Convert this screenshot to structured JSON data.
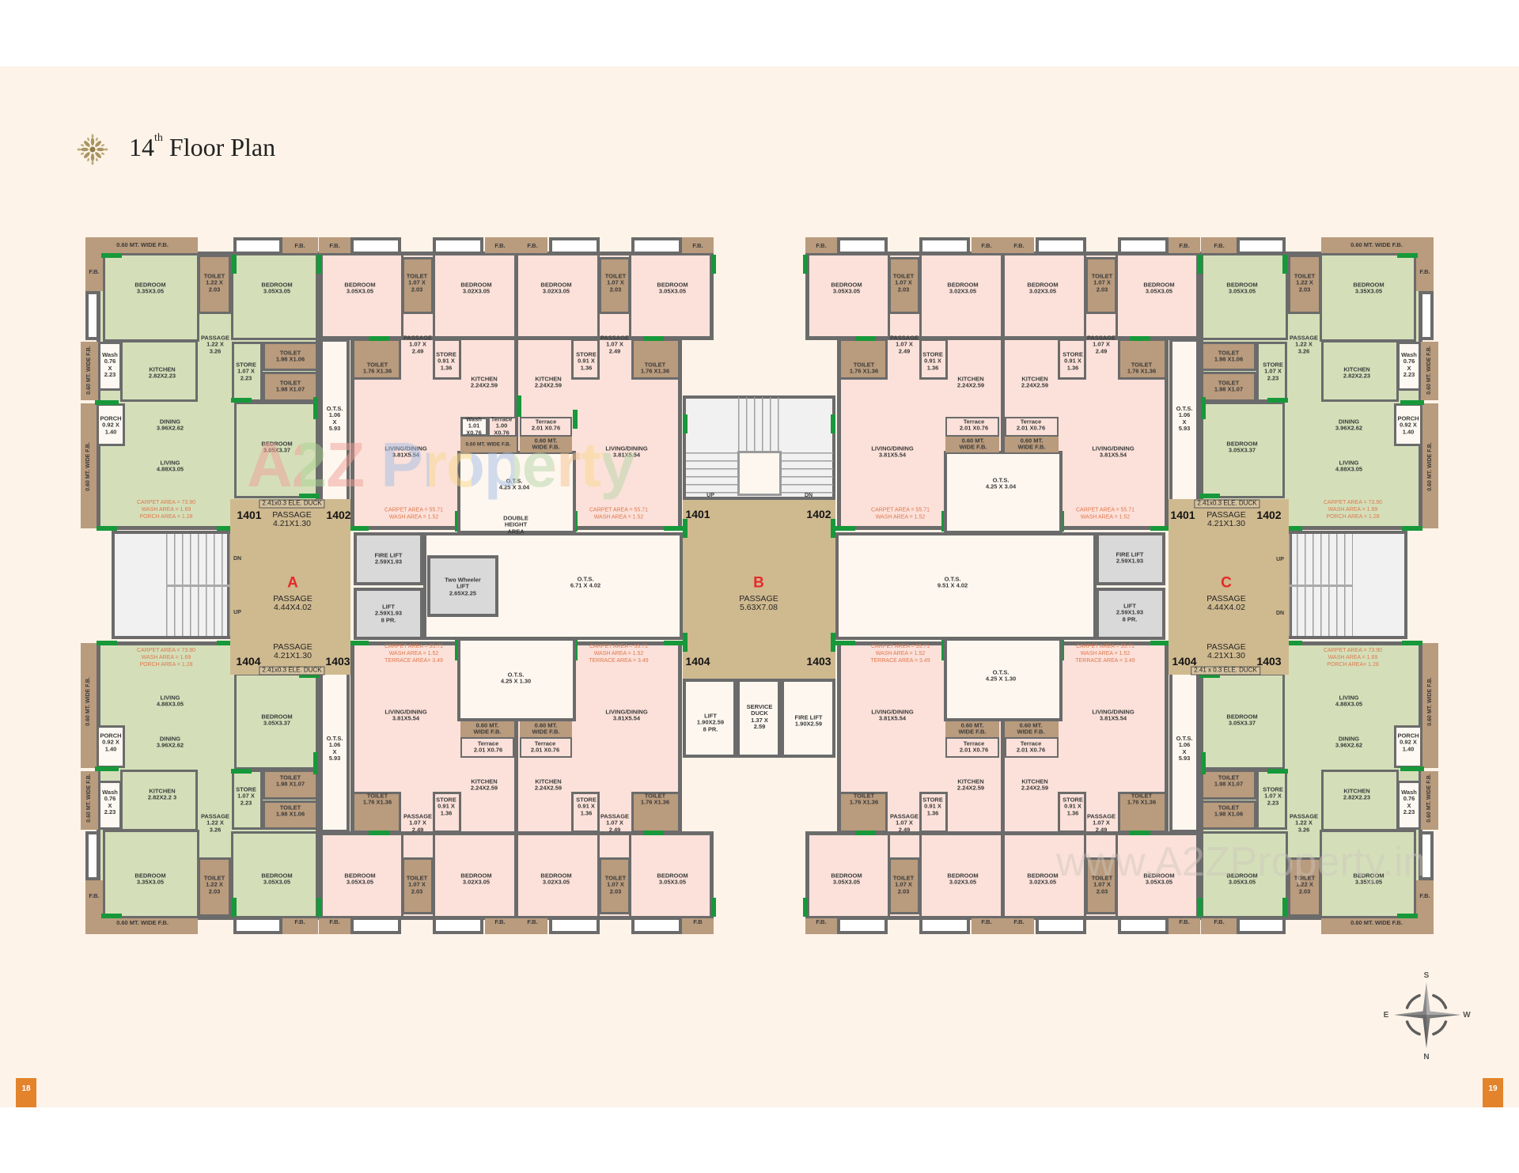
{
  "page": {
    "title_number": "14",
    "title_suffix": "th",
    "title_text": "Floor Plan",
    "page_left": "18",
    "page_right": "19"
  },
  "watermarks": {
    "logo": "A2Z Property",
    "url": "www.A2ZProperty.in"
  },
  "compass": {
    "top": "S",
    "left": "E",
    "right": "W",
    "bottom": "N"
  },
  "palette": {
    "page_background": "#fdf3e8",
    "flat_type_1": "#d4dfb9",
    "flat_type_2": "#fbe1d9",
    "passage": "#cfb98f",
    "wall": "#6b6b6b",
    "area_text": "#e0784e",
    "wing_letter": "#e42b2b",
    "door_marker": "#17983a",
    "page_badge": "#e3832c"
  },
  "flats": {
    "A1401": {
      "rooms": [
        {
          "name": "0.60 MT. WIDE F.B."
        },
        {
          "name": "F.B."
        },
        {
          "name": "F.B."
        },
        {
          "name": "BEDROOM",
          "dim": "3.35X3.05"
        },
        {
          "name": "TOILET",
          "dim": "1.22 X 2.03"
        },
        {
          "name": "BEDROOM",
          "dim": "3.05X3.05"
        },
        {
          "name": "PASSAGE",
          "dim": "1.22 X 3.26"
        },
        {
          "name": "Wash",
          "dim": "0.76 X 2.23"
        },
        {
          "name": "0.60 MT. WIDE F.B."
        },
        {
          "name": "KITCHEN",
          "dim": "2.82X2.23"
        },
        {
          "name": "STORE",
          "dim": "1.07 X 2.23"
        },
        {
          "name": "TOILET",
          "dim": "1.98 X1.06"
        },
        {
          "name": "TOILET",
          "dim": "1.98 X1.07"
        },
        {
          "name": "PORCH",
          "dim": "0.92 X 1.40"
        },
        {
          "name": "0.60 MT. WIDE F.B."
        },
        {
          "name": "DINING",
          "dim": "3.96X2.62"
        },
        {
          "name": "LIVING",
          "dim": "4.88X3.05"
        },
        {
          "name": "BEDROOM",
          "dim": "3.05X3.37"
        },
        {
          "name": "O.T.S.",
          "dim": "1.06 X 5.93"
        }
      ],
      "areas": [
        "CARPET AREA = 73.90",
        "WASH AREA = 1.69",
        "PORCH AREA = 1.28"
      ]
    },
    "A1404": {
      "rooms": [
        {
          "name": "0.60 MT. WIDE F.B."
        },
        {
          "name": "F.B."
        },
        {
          "name": "F.B."
        },
        {
          "name": "BEDROOM",
          "dim": "3.35X3.05"
        },
        {
          "name": "TOILET",
          "dim": "1.22 X 2.03"
        },
        {
          "name": "BEDROOM",
          "dim": "3.05X3.05"
        },
        {
          "name": "PASSAGE",
          "dim": "1.22 X 3.26"
        },
        {
          "name": "Wash",
          "dim": "0.76 X 2.23"
        },
        {
          "name": "0.60 MT. WIDE F.B."
        },
        {
          "name": "KITCHEN",
          "dim": "2.82X2.2 3"
        },
        {
          "name": "STORE",
          "dim": "1.07 X 2.23"
        },
        {
          "name": "TOILET",
          "dim": "1.98 X1.06"
        },
        {
          "name": "TOILET",
          "dim": "1.98 X1.07"
        },
        {
          "name": "PORCH",
          "dim": "0.92 X 1.40"
        },
        {
          "name": "0.60 MT. WIDE F.B."
        },
        {
          "name": "DINING",
          "dim": "3.96X2.62"
        },
        {
          "name": "LIVING",
          "dim": "4.88X3.05"
        },
        {
          "name": "BEDROOM",
          "dim": "3.05X3.37"
        },
        {
          "name": "O.T.S.",
          "dim": "1.06 X 5.93"
        }
      ],
      "areas": [
        "CARPET AREA = 73.90",
        "WASH AREA = 1.69",
        "PORCH AREA = 1.28"
      ]
    },
    "C1402": {
      "rooms": [
        {
          "name": "0.60 MT. WIDE F.B."
        },
        {
          "name": "F.B."
        },
        {
          "name": "F.B."
        },
        {
          "name": "BEDROOM",
          "dim": "3.35X3.05"
        },
        {
          "name": "TOILET",
          "dim": "1.22 X 2.03"
        },
        {
          "name": "BEDROOM",
          "dim": "3.05X3.05"
        },
        {
          "name": "PASSAGE",
          "dim": "1.22 X 3.26"
        },
        {
          "name": "Wash",
          "dim": "0.76 X 2.23"
        },
        {
          "name": "0.60 MT. WIDE F.B."
        },
        {
          "name": "KITCHEN",
          "dim": "2.82X2.23"
        },
        {
          "name": "STORE",
          "dim": "1.07 X 2.23"
        },
        {
          "name": "TOILET",
          "dim": "1.98 X1.06"
        },
        {
          "name": "TOILET",
          "dim": "1.98 X1.07"
        },
        {
          "name": "PORCH",
          "dim": "0.92 X 1.40"
        },
        {
          "name": "0.60 MT. WIDE F.B."
        },
        {
          "name": "DINING",
          "dim": "3.96X2.62"
        },
        {
          "name": "LIVING",
          "dim": "4.88X3.05"
        },
        {
          "name": "BEDROOM",
          "dim": "3.05X3.37"
        },
        {
          "name": "O.T.S.",
          "dim": "1.06 X 5.93"
        }
      ],
      "areas": [
        "CARPET AREA = 73.90",
        "WASH AREA = 1.69",
        "PORCH AREA = 1.28"
      ]
    },
    "C1403": {
      "rooms": [
        {
          "name": "0.60 MT. WIDE F.B."
        },
        {
          "name": "F.B."
        },
        {
          "name": "F.B."
        },
        {
          "name": "BEDROOM",
          "dim": "3.35X3.05"
        },
        {
          "name": "TOILET",
          "dim": "1.22 X 2.03"
        },
        {
          "name": "BEDROOM",
          "dim": "3.05X3.05"
        },
        {
          "name": "PASSAGE",
          "dim": "1.22 X 3.26"
        },
        {
          "name": "Wash",
          "dim": "0.76 X 2.23"
        },
        {
          "name": "0.60 MT. WIDE F.B."
        },
        {
          "name": "KITCHEN",
          "dim": "2.82X2.23"
        },
        {
          "name": "STORE",
          "dim": "1.07 X 2.23"
        },
        {
          "name": "TOILET",
          "dim": "1.98 X1.06"
        },
        {
          "name": "TOILET",
          "dim": "1.98 X1.07"
        },
        {
          "name": "PORCH",
          "dim": "0.92 X 1.40"
        },
        {
          "name": "0.60 MT. WIDE F.B."
        },
        {
          "name": "DINING",
          "dim": "3.96X2.62"
        },
        {
          "name": "LIVING",
          "dim": "4.88X3.05"
        },
        {
          "name": "BEDROOM",
          "dim": "3.05X3.37"
        },
        {
          "name": "O.T.S.",
          "dim": "1.06 X 5.93"
        }
      ],
      "areas": [
        "CARPET AREA = 73.90",
        "WASH AREA = 1.69",
        "PORCH AREA= 1.28"
      ]
    },
    "A1402": {
      "rooms": [
        {
          "name": "F.B."
        },
        {
          "name": "F.B."
        },
        {
          "name": "BEDROOM",
          "dim": "3.05X3.05"
        },
        {
          "name": "TOILET",
          "dim": "1.07 X 2.03"
        },
        {
          "name": "BEDROOM",
          "dim": "3.02X3.05"
        },
        {
          "name": "PASSAGE",
          "dim": "1.07 X 2.49"
        },
        {
          "name": "TOILET",
          "dim": "1.76 X1.36"
        },
        {
          "name": "STORE",
          "dim": "0.91 X 1.36"
        },
        {
          "name": "KITCHEN",
          "dim": "2.24X2.59"
        },
        {
          "name": "LIVING/DINING",
          "dim": "3.81X5.54"
        }
      ],
      "areas": [
        "CARPET AREA = 55.71",
        "WASH AREA = 1.52"
      ]
    },
    "B1401": {
      "rooms": [
        {
          "name": "F.B."
        },
        {
          "name": "F.B."
        },
        {
          "name": "BEDROOM",
          "dim": "3.05X3.05"
        },
        {
          "name": "TOILET",
          "dim": "1.07 X 2.03"
        },
        {
          "name": "BEDROOM",
          "dim": "3.02X3.05"
        },
        {
          "name": "PASSAGE",
          "dim": "1.07 X 2.49"
        },
        {
          "name": "TOILET",
          "dim": "1.76 X1.36"
        },
        {
          "name": "STORE",
          "dim": "0.91 X 1.36"
        },
        {
          "name": "KITCHEN",
          "dim": "2.24X2.59"
        },
        {
          "name": "LIVING/DINING",
          "dim": "3.81X5.54"
        }
      ],
      "areas": [
        "CARPET AREA = 55.71",
        "WASH AREA =  1.52"
      ]
    },
    "B1402": {
      "rooms": [
        {
          "name": "F.B."
        },
        {
          "name": "F.B."
        },
        {
          "name": "BEDROOM",
          "dim": "3.05X3.05"
        },
        {
          "name": "TOILET",
          "dim": "1.07 X 2.03"
        },
        {
          "name": "BEDROOM",
          "dim": "3.02X3.05"
        },
        {
          "name": "PASSAGE",
          "dim": "1.07 X 2.49"
        },
        {
          "name": "TOILET",
          "dim": "1.76 X1.36"
        },
        {
          "name": "STORE",
          "dim": "0.91 X 1.36"
        },
        {
          "name": "KITCHEN",
          "dim": "2.24X2.59"
        },
        {
          "name": "LIVING/DINING",
          "dim": "3.81X5.54"
        }
      ],
      "areas": [
        "CARPET AREA = 55.71",
        "WASH AREA = 1.52"
      ]
    },
    "C1401": {
      "rooms": [
        {
          "name": "F.B."
        },
        {
          "name": "F.B."
        },
        {
          "name": "BEDROOM",
          "dim": "3.05X3.05"
        },
        {
          "name": "TOILET",
          "dim": "1.07 X 2.03"
        },
        {
          "name": "BEDROOM",
          "dim": "3.02X3.05"
        },
        {
          "name": "PASSAGE",
          "dim": "1.07 X 2.49"
        },
        {
          "name": "TOILET",
          "dim": "1.76 X1.36"
        },
        {
          "name": "STORE",
          "dim": "0.91 X 1.36"
        },
        {
          "name": "KITCHEN",
          "dim": "2.24X2.59"
        },
        {
          "name": "LIVING/DINING",
          "dim": "3.81X5.54"
        }
      ],
      "areas": [
        "CARPET AREA = 55.71",
        "WASH AREA = 1.52"
      ]
    },
    "A1403": {
      "rooms": [
        {
          "name": "F.B."
        },
        {
          "name": "F.B."
        },
        {
          "name": "BEDROOM",
          "dim": "3.05X3.05"
        },
        {
          "name": "TOILET",
          "dim": "1.07 X 2.03"
        },
        {
          "name": "BEDROOM",
          "dim": "3.02X3.05"
        },
        {
          "name": "PASSAGE",
          "dim": "1.07 X 2.49"
        },
        {
          "name": "TOILET",
          "dim": "1.76 X1.36"
        },
        {
          "name": "STORE",
          "dim": "0.91 X 1.36"
        },
        {
          "name": "KITCHEN",
          "dim": "2.24X2.59"
        },
        {
          "name": "LIVING/DINING",
          "dim": "3.81X5.54"
        }
      ],
      "areas": [
        "CARPET AREA = 55.71",
        "WASH AREA =  1.52",
        "TERRACE AREA= 3.49"
      ]
    },
    "B1404": {
      "rooms": [
        {
          "name": "F.B"
        },
        {
          "name": "F.B."
        },
        {
          "name": "BEDROOM",
          "dim": "3.05X3.05"
        },
        {
          "name": "TOILET",
          "dim": "1.07 X 2.03"
        },
        {
          "name": "BEDROOM",
          "dim": "3.02X3.05"
        },
        {
          "name": "PASSAGE",
          "dim": "1.07 X 2.49"
        },
        {
          "name": "TOILET",
          "dim": "1.76 X1.36"
        },
        {
          "name": "STORE",
          "dim": "0.91 X 1.36"
        },
        {
          "name": "KITCHEN",
          "dim": "2.24X2.59"
        },
        {
          "name": "LIVING/DINING",
          "dim": "3.81X5.54"
        }
      ],
      "areas": [
        "CARPET AREA = 55.71",
        "WASH AREA = 1.52",
        "TERRACE AREA = 3.49"
      ]
    },
    "B1403": {
      "rooms": [
        {
          "name": "F.B."
        },
        {
          "name": "F.B."
        },
        {
          "name": "BEDROOM",
          "dim": "3.05X3.05"
        },
        {
          "name": "TOILET",
          "dim": "1.07 X 2.03"
        },
        {
          "name": "BEDROOM",
          "dim": "3.02X3.05"
        },
        {
          "name": "PASSAGE",
          "dim": "1.07 X 2.49"
        },
        {
          "name": "TOILET",
          "dim": "1.76 X1.36"
        },
        {
          "name": "STORE",
          "dim": "0.91 X 1.36"
        },
        {
          "name": "KITCHEN",
          "dim": "2.24X2.59"
        },
        {
          "name": "LIVING/DINING",
          "dim": "3.81X5.54"
        }
      ],
      "areas": [
        "CARPET AREA = 55.71",
        "WASH AREA = 1.52",
        "TERRACE AREA = 3.49"
      ]
    },
    "C1404": {
      "rooms": [
        {
          "name": "F.B."
        },
        {
          "name": "F.B."
        },
        {
          "name": "BEDROOM",
          "dim": "3.05X3.05"
        },
        {
          "name": "TOILET",
          "dim": "1.07 X 2.03"
        },
        {
          "name": "BEDROOM",
          "dim": "3.02X3.05"
        },
        {
          "name": "PASSAGE",
          "dim": "1.07 X 2.49"
        },
        {
          "name": "TOILET",
          "dim": "1.76 X1.36"
        },
        {
          "name": "STORE",
          "dim": "0.91 X 1.36"
        },
        {
          "name": "KITCHEN",
          "dim": "2.24X2.59"
        },
        {
          "name": "LIVING/DINING",
          "dim": "3.81X5.54"
        }
      ],
      "areas": [
        "CARPET AREA = 55.71",
        "WASH AREA = 1.52",
        "TERRACE AREA = 3.49"
      ]
    }
  },
  "cores": {
    "A": {
      "letter": "A",
      "unit_tl": "1401",
      "unit_tr": "1402",
      "unit_br": "1403",
      "unit_bl": "1404",
      "passage_top": {
        "name": "PASSAGE",
        "dim": "4.21X1.30"
      },
      "passage_main": {
        "name": "PASSAGE",
        "dim": "4.44X4.02"
      },
      "passage_bottom": {
        "name": "PASSAGE",
        "dim": "4.21X1.30"
      },
      "duct_top": "2.41x0.3 ELE. DUCK",
      "duct_bottom": "2.41x0.3 ELE. DUCK",
      "stair_dn": "DN",
      "stair_up": "UP",
      "fire_lift": {
        "name": "FIRE LIFT",
        "dim": "2.59X1.93"
      },
      "lift": {
        "name": "LIFT",
        "dim": "2.59X1.93",
        "note": "8 PR."
      },
      "two_wheeler_lift": {
        "name": "Two Wheeler LIFT",
        "dim": "2.65X2.25"
      }
    },
    "B": {
      "letter": "B",
      "unit_tl": "1401",
      "unit_tr": "1402",
      "unit_br": "1403",
      "unit_bl": "1404",
      "passage_main": {
        "name": "PASSAGE",
        "dim": "5.63X7.08"
      },
      "stair_up": "UP",
      "stair_dn": "DN",
      "lift": {
        "name": "LIFT",
        "dim": "1.90X2.59",
        "note": "8 PR."
      },
      "service_duct": {
        "name": "SERVICE DUCK",
        "dim": "1.37 X 2.59"
      },
      "fire_lift": {
        "name": "FIRE LIFT",
        "dim": "1.90X2.59"
      }
    },
    "C": {
      "letter": "C",
      "unit_tl": "1401",
      "unit_tr": "1402",
      "unit_br": "1403",
      "unit_bl": "1404",
      "passage_top": {
        "name": "PASSAGE",
        "dim": "4.21X1.30"
      },
      "passage_main": {
        "name": "PASSAGE",
        "dim": "4.44X4.02"
      },
      "passage_bottom": {
        "name": "PASSAGE",
        "dim": "4.21X1.30"
      },
      "duct_top": "2.41x0.3 ELE. DUCK",
      "duct_bottom": "2.41 x 0.3 ELE. DUCK",
      "stair_up": "UP",
      "stair_dn": "DN",
      "fire_lift": {
        "name": "FIRE LIFT",
        "dim": "2.59X1.93"
      },
      "lift": {
        "name": "LIFT",
        "dim": "2.59X1.93",
        "note": "8 PR."
      }
    }
  },
  "centers": {
    "AB": {
      "items": [
        {
          "name": "Wash",
          "dim": "1.01 X0.76"
        },
        {
          "name": "Terrace",
          "dim": "1.00 X0.76"
        },
        {
          "name": "0.60 MT. WIDE F.B."
        },
        {
          "name": "Terrace",
          "dim": "2.01 X0.76"
        },
        {
          "name": "0.60 MT. WIDE F.B."
        },
        {
          "name": "O.T.S.",
          "dim": "4.25 X 3.04"
        },
        {
          "name": "DOUBLE HEIGHT AREA"
        },
        {
          "name": "O.T.S.",
          "dim": "6.71 X 4.02"
        },
        {
          "name": "O.T.S.",
          "dim": "4.25 X 1.30"
        },
        {
          "name": "0.60 MT. WIDE F.B."
        },
        {
          "name": "Terrace",
          "dim": "2.01 X0.76"
        },
        {
          "name": "0.60 MT. WIDE F.B."
        },
        {
          "name": "Terrace",
          "dim": "2.01 X0.76"
        }
      ]
    },
    "BC": {
      "items": [
        {
          "name": "Terrace",
          "dim": "2.01 X0.76"
        },
        {
          "name": "0.60 MT. WIDE F.B."
        },
        {
          "name": "Terrace",
          "dim": "2.01 X0.76"
        },
        {
          "name": "0.60 MT. WIDE F.B."
        },
        {
          "name": "O.T.S.",
          "dim": "4.25 X 3.04"
        },
        {
          "name": "O.T.S.",
          "dim": "9.51 X 4.02"
        },
        {
          "name": "O.T.S.",
          "dim": "4.25 X 1.30"
        },
        {
          "name": "0.60 MT. WIDE F.B."
        },
        {
          "name": "Terrace",
          "dim": "2.01 X0.76"
        },
        {
          "name": "0.60 MT. WIDE F.B."
        },
        {
          "name": "Terrace",
          "dim": "2.01 X0.76"
        }
      ]
    }
  }
}
